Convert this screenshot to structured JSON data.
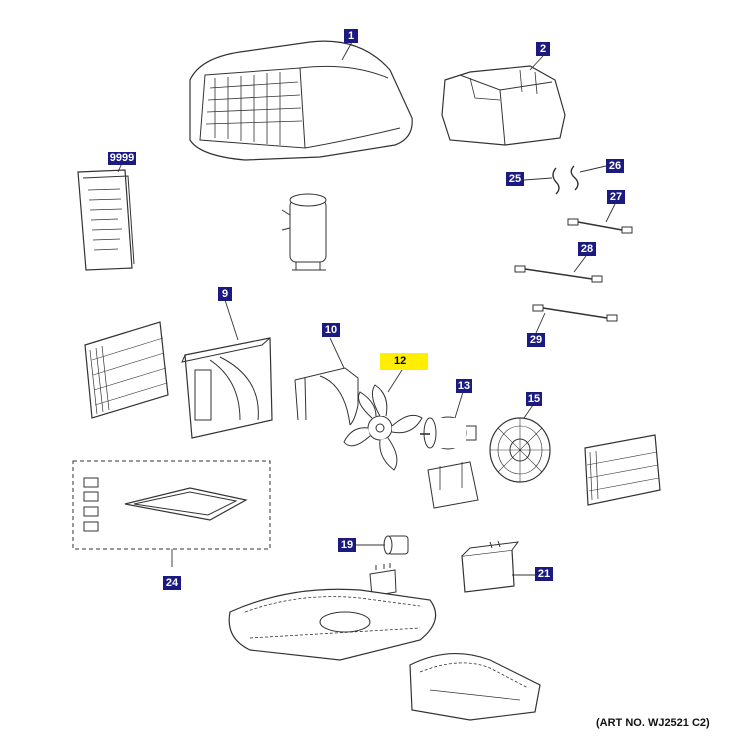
{
  "colors": {
    "callout_bg": "#1a1a80",
    "highlight_bg": "#ffee00",
    "line": "#333333"
  },
  "callouts": [
    {
      "id": "1",
      "label": "1"
    },
    {
      "id": "2",
      "label": "2"
    },
    {
      "id": "9999",
      "label": "9999"
    },
    {
      "id": "25",
      "label": "25"
    },
    {
      "id": "26",
      "label": "26"
    },
    {
      "id": "27",
      "label": "27"
    },
    {
      "id": "28",
      "label": "28"
    },
    {
      "id": "29",
      "label": "29"
    },
    {
      "id": "9",
      "label": "9"
    },
    {
      "id": "10",
      "label": "10"
    },
    {
      "id": "12",
      "label": "12",
      "highlighted": true
    },
    {
      "id": "13",
      "label": "13"
    },
    {
      "id": "15",
      "label": "15"
    },
    {
      "id": "19",
      "label": "19"
    },
    {
      "id": "21",
      "label": "21"
    },
    {
      "id": "24",
      "label": "24"
    }
  ],
  "art_number": "(ART NO. WJ2521 C2)"
}
